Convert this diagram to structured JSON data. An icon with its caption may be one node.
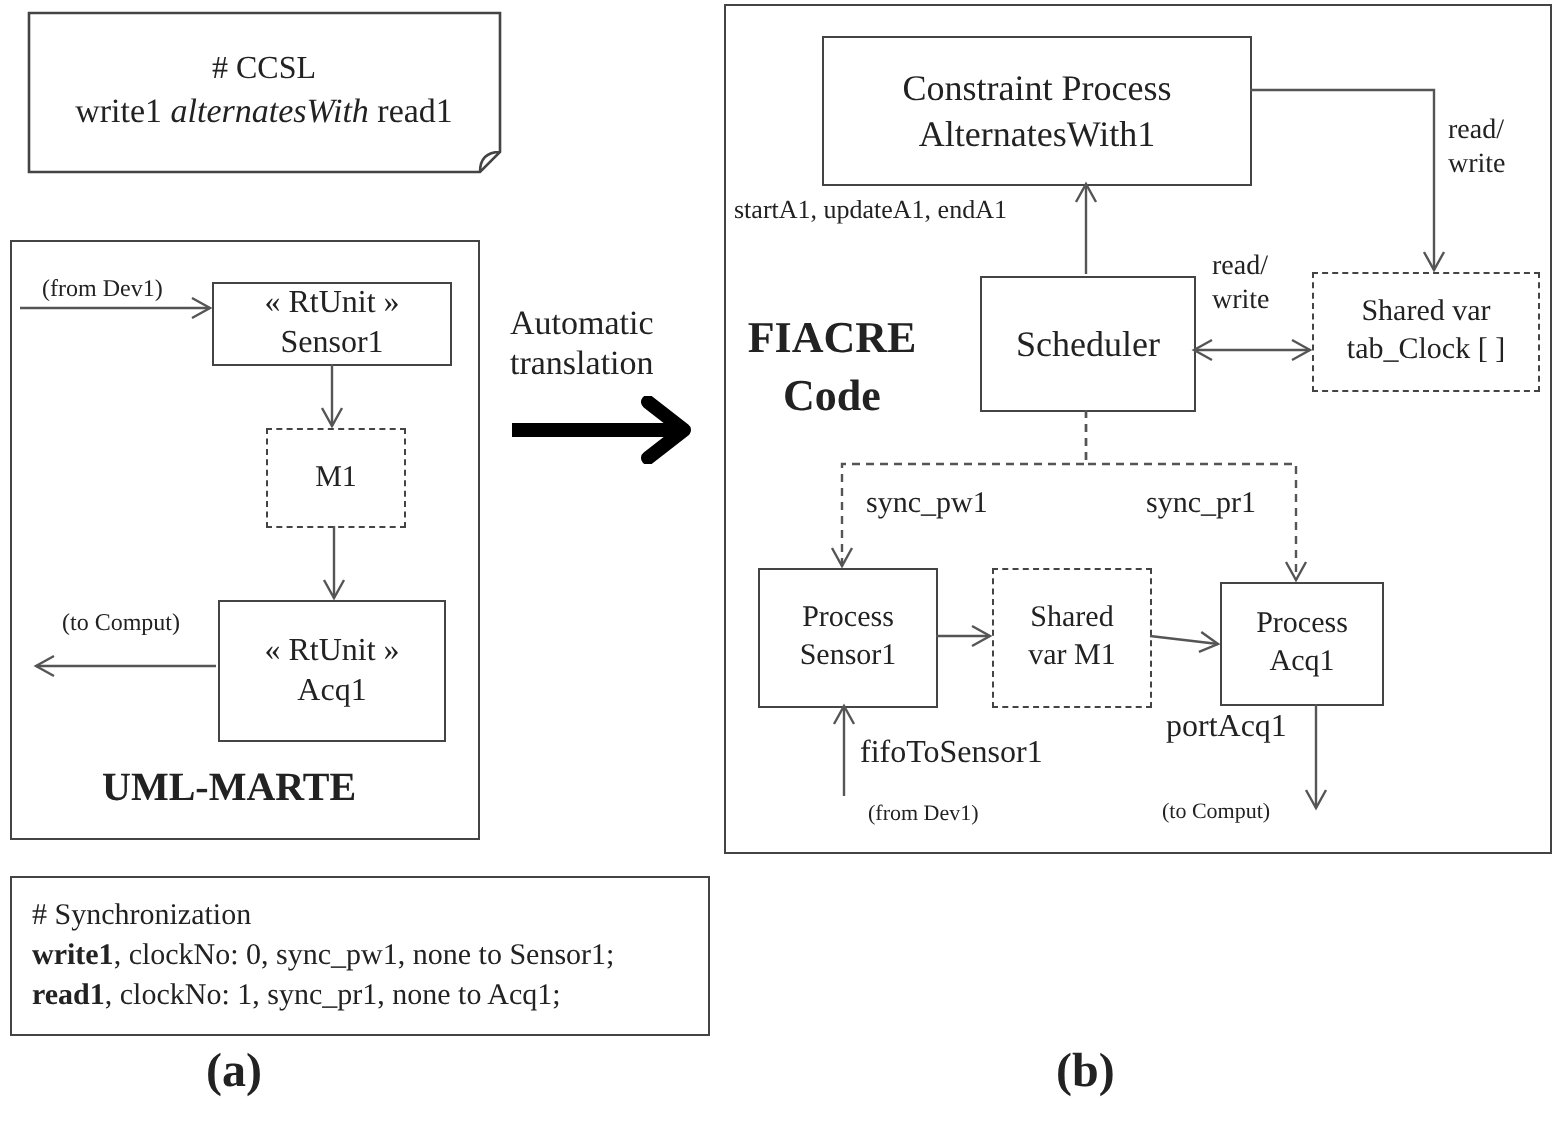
{
  "diagram": {
    "nodes": [
      {
        "text": [
          "# CCSL",
          "write1  *alternatesWith*  read1"
        ]
      },
      {
        "text": [
          "UML-MARTE"
        ]
      },
      {
        "text": [
          "« RtUnit » Sensor1"
        ],
        "in": 1
      },
      {
        "text": [
          "M1"
        ],
        "in": 1
      },
      {
        "text": [
          "« RtUnit » Acq1"
        ],
        "in": 1
      },
      {
        "text": [
          "# Synchronization",
          "**write1**, clockNo: 0, sync_pw1, none to Sensor1;",
          "**read1**,  clockNo: 1, sync_pr1, none  to Acq1;"
        ]
      },
      {
        "text": [
          "FIACRE Code"
        ]
      },
      {
        "text": [
          "Constraint Process AlternatesWith1"
        ],
        "in": 6
      },
      {
        "text": [
          "Scheduler"
        ],
        "in": 6
      },
      {
        "text": [
          "Shared var tab_Clock [ ]"
        ],
        "in": 6
      },
      {
        "text": [
          "Process Sensor1"
        ],
        "in": 6
      },
      {
        "text": [
          "Shared var M1"
        ],
        "in": 6
      },
      {
        "text": [
          "Process Acq1"
        ],
        "in": 6
      }
    ],
    "edges": [
      {
        "from": null,
        "to": 2,
        "arrow": "to",
        "label": "(from Dev1)"
      },
      {
        "from": 2,
        "to": 3,
        "arrow": "to"
      },
      {
        "from": 3,
        "to": 4,
        "arrow": "to"
      },
      {
        "from": 4,
        "to": null,
        "arrow": "to",
        "label": "(to Comput)"
      },
      {
        "from": 1,
        "to": 6,
        "arrow": "to",
        "label": "Automatic translation",
        "style": "thick",
        "color": "#000000"
      },
      {
        "from": 8,
        "to": 7,
        "arrow": "to",
        "label": "startA1, updateA1, endA1"
      },
      {
        "from": 7,
        "to": 9,
        "arrow": "to",
        "label": "read/ write"
      },
      {
        "from": 8,
        "to": 9,
        "arrow": "both",
        "label": "read/ write"
      },
      {
        "from": 8,
        "to": 10,
        "arrow": "to",
        "label": "sync_pw1",
        "style": "dashed"
      },
      {
        "from": 8,
        "to": 12,
        "arrow": "to",
        "label": "sync_pr1",
        "style": "dashed"
      },
      {
        "from": 10,
        "to": 11,
        "arrow": "to"
      },
      {
        "from": 11,
        "to": 12,
        "arrow": "to"
      },
      {
        "from": null,
        "to": 10,
        "arrow": "to",
        "label": "fifoToSensor1"
      },
      {
        "from": 12,
        "to": null,
        "arrow": "to",
        "label": "portAcq1"
      }
    ],
    "labels": [
      "(from Dev1)",
      "(to Comput)",
      "(a)",
      "(b)"
    ]
  }
}
